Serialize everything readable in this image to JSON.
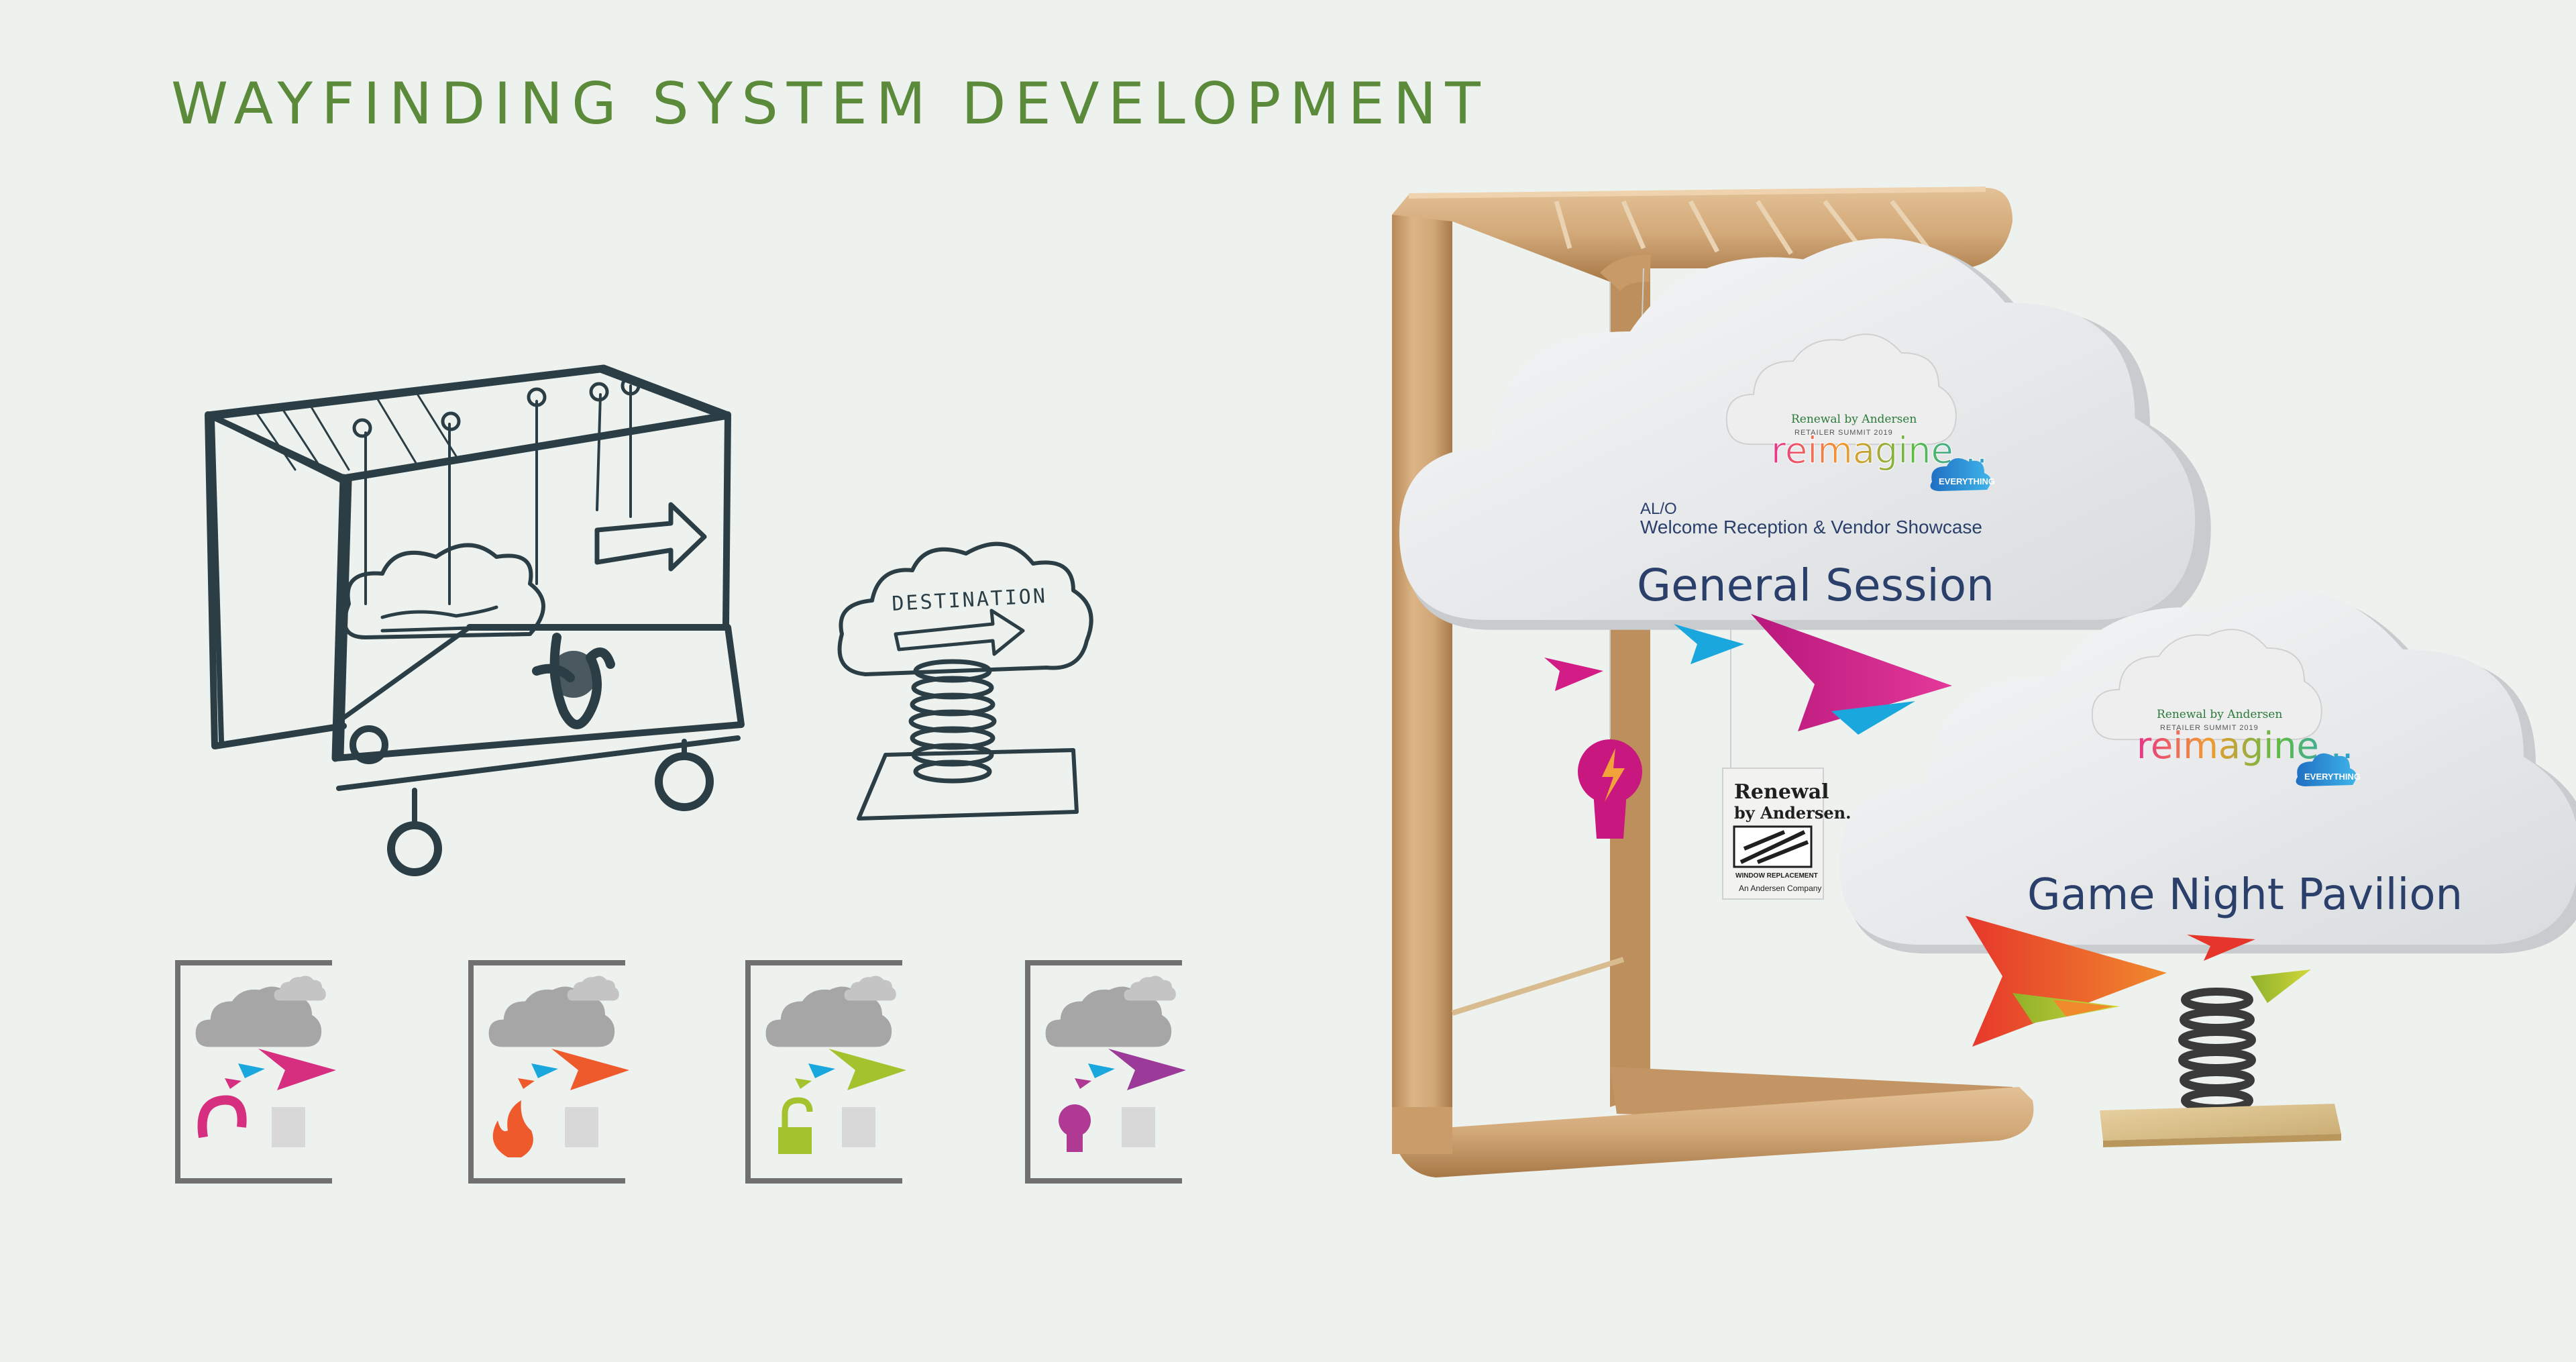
{
  "title": "WAYFINDING SYSTEM DEVELOPMENT",
  "sketch": {
    "cloud_label": "DESTINATION"
  },
  "sign_general": {
    "event": "AL/O",
    "subtitle": "Welcome Reception & Vendor Showcase",
    "title": "General Session"
  },
  "sign_game": {
    "title": "Game Night Pavilion"
  },
  "reimagine_badge": {
    "brand_line1": "Renewal by Andersen",
    "brand_line2": "RETAILER SUMMIT 2019",
    "word": "reimagine...",
    "tag": "EVERYTHING"
  },
  "renewal_card": {
    "line1": "Renewal",
    "line2": "by Andersen.",
    "line3": "WINDOW REPLACEMENT",
    "line4": "An Andersen Company"
  },
  "icon_variants": [
    {
      "icon": "magnet-icon",
      "color": "#d62f7f"
    },
    {
      "icon": "flame-icon",
      "color": "#ee5a2c"
    },
    {
      "icon": "padlock-icon",
      "color": "#a3c22e"
    },
    {
      "icon": "lightbulb-icon",
      "color": "#b03a93"
    }
  ],
  "colors": {
    "title": "#5b8a3a",
    "frame_wood": "#d3aa7b",
    "magenta": "#d21d86",
    "cyan": "#1aa7dd",
    "orange": "#ee5a2c",
    "lime": "#a3c22e",
    "purple": "#9b3a98",
    "sign_text": "#2b3f6b"
  }
}
